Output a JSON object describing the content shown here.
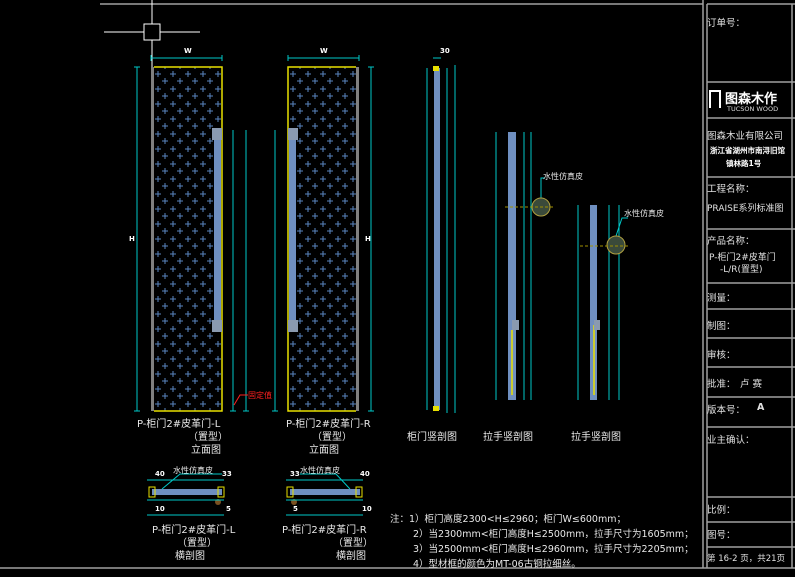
{
  "title_block": {
    "order_no_label": "订单号：",
    "logo_cn": "图森木作",
    "logo_en": "TUCSON WOOD",
    "company": "图森木业有限公司",
    "address_line1": "浙江省湖州市南浔旧馆",
    "address_line2": "镇林路1号",
    "project_label": "工程名称：",
    "project_value": "PRAISE系列标准图",
    "product_label": "产品名称：",
    "product_value1": "P-柜门2#皮革门",
    "product_value2": "-L/R(置型)",
    "measure_label": "测量：",
    "drawing_label": "制图：",
    "review_label": "审核：",
    "approve_label": "批准：",
    "approve_value": "卢  赛",
    "version_label": "版本号：",
    "version_value": "A",
    "owner_confirm_label": "业主确认：",
    "scale_label": "比例：",
    "drawing_no_label": "图号：",
    "page_info": "第 16-2 页，共21页"
  },
  "drawings": {
    "left_elev_title": "P-柜门2#皮革门-L",
    "left_elev_sub": "（置型）",
    "left_elev_type": "立面图",
    "right_elev_title": "P-柜门2#皮革门-R",
    "right_elev_sub": "（置型）",
    "right_elev_type": "立面图",
    "fixed_value_label": "固定值",
    "left_plan_title": "P-柜门2#皮革门-L",
    "left_plan_sub": "（置型）",
    "left_plan_type": "横剖图",
    "right_plan_title": "P-柜门2#皮革门-R",
    "right_plan_sub": "（置型）",
    "right_plan_type": "横剖图",
    "leather_label": "水性仿真皮",
    "door_vsection": "柜门竖剖图",
    "handle_vsection1": "拉手竖剖图",
    "handle_vsection2": "拉手竖剖图",
    "dim_30": "30",
    "dim_w": "W",
    "dim_h": "H",
    "dim_40": "40",
    "dim_33": "33",
    "dim_10": "10",
    "dim_5": "5"
  },
  "notes": {
    "n1": "注：1）柜门高度2300<H≤2960；柜门W≤600mm；",
    "n2": "2）当2300mm<柜门高度H≤2500mm，拉手尺寸为1605mm；",
    "n3": "3）当2500mm<柜门高度H≤2960mm，拉手尺寸为2205mm；",
    "n4": "4）型材框的颜色为MT-06古铜拉细丝。"
  },
  "colors": {
    "frame": "#a0a0a0",
    "dimension": "#00c8c8",
    "profile": "#e8e000",
    "panel": "#6f8fc0",
    "pattern": "#5a86c0",
    "callout": "#ff2020"
  }
}
